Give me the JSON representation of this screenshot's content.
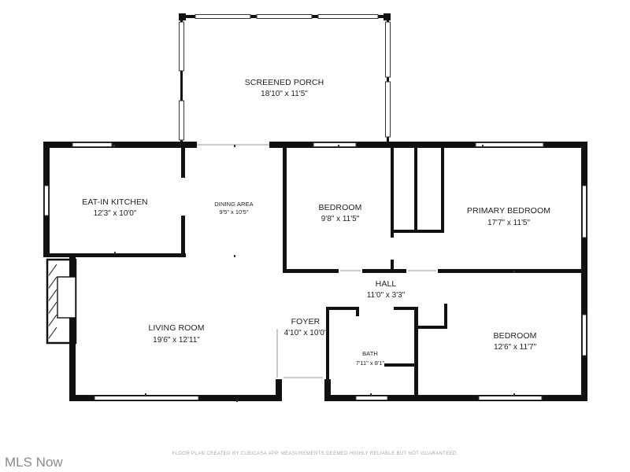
{
  "rooms": {
    "screened_porch": {
      "name": "SCREENED PORCH",
      "dims": "18'10\" x 11'5\""
    },
    "eat_in_kitchen": {
      "name": "EAT-IN KITCHEN",
      "dims": "12'3\" x 10'0\""
    },
    "dining_area": {
      "name": "DINING AREA",
      "dims": "9'5\" x 10'5\""
    },
    "bedroom_1": {
      "name": "BEDROOM",
      "dims": "9'8\" x 11'5\""
    },
    "primary_bedroom": {
      "name": "PRIMARY BEDROOM",
      "dims": "17'7\" x 11'5\""
    },
    "hall": {
      "name": "HALL",
      "dims": "11'0\" x 3'3\""
    },
    "living_room": {
      "name": "LIVING ROOM",
      "dims": "19'6\" x 12'11\""
    },
    "foyer": {
      "name": "FOYER",
      "dims": "4'10\" x 10'0\""
    },
    "bath": {
      "name": "BATH",
      "dims": "7'11\" x 8'1\""
    },
    "bedroom_2": {
      "name": "BEDROOM",
      "dims": "12'6\" x 11'7\""
    }
  },
  "footer": {
    "disclaimer": "FLOOR PLAN CREATED BY CUBICASA APP. MEASUREMENTS DEEMED HIGHLY RELIABLE BUT NOT GUARANTEED."
  },
  "watermark": {
    "text": "MLS Now"
  }
}
